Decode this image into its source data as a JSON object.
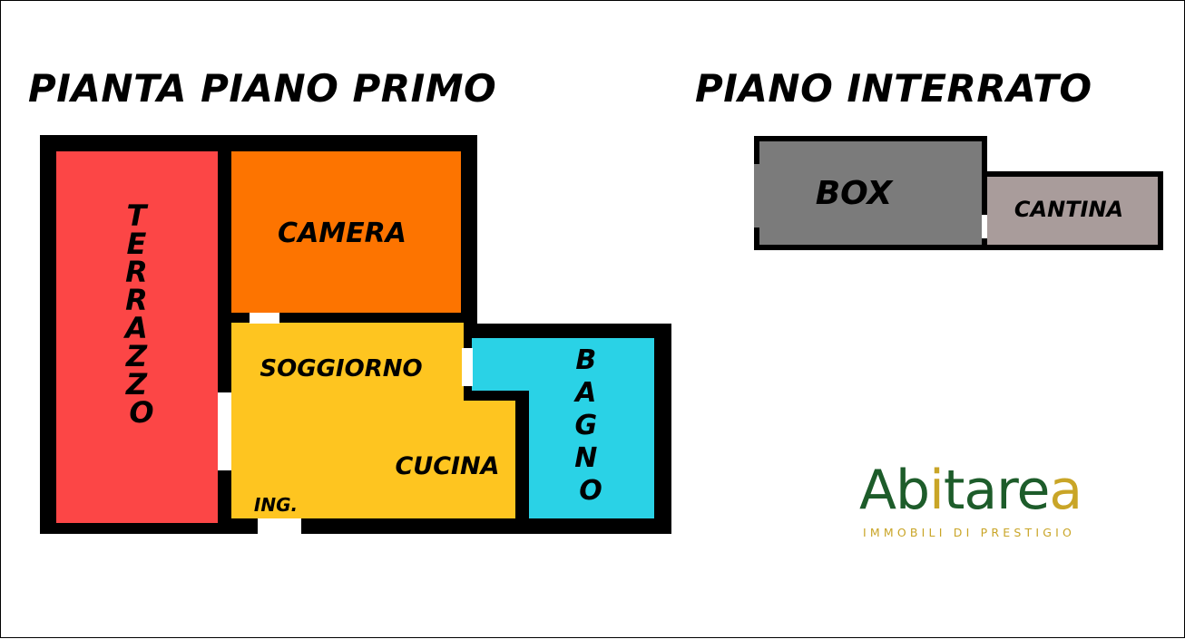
{
  "titles": {
    "first_floor": "PIANTA PIANO PRIMO",
    "basement": "PIANO INTERRATO"
  },
  "rooms": {
    "terrazzo": {
      "label": "TERRAZZO",
      "color": "#fc4646"
    },
    "camera": {
      "label": "CAMERA",
      "color": "#fd7400"
    },
    "soggiorno": {
      "label": "SOGGIORNO",
      "color": "#fec520"
    },
    "cucina": {
      "label": "CUCINA",
      "color": "#fec520"
    },
    "ingresso": {
      "label": "ING."
    },
    "bagno": {
      "label": "BAGNO",
      "color": "#2ad2e6"
    },
    "box": {
      "label": "BOX",
      "color": "#7b7b7b"
    },
    "cantina": {
      "label": "CANTINA",
      "color": "#a99c9b"
    }
  },
  "logo": {
    "brand_start": "Ab",
    "brand_accent": "i",
    "brand_mid": "tare",
    "brand_end": "a",
    "tagline": "IMMOBILI DI PRESTIGIO",
    "green": "#1d5c2a",
    "gold": "#c9a527"
  }
}
